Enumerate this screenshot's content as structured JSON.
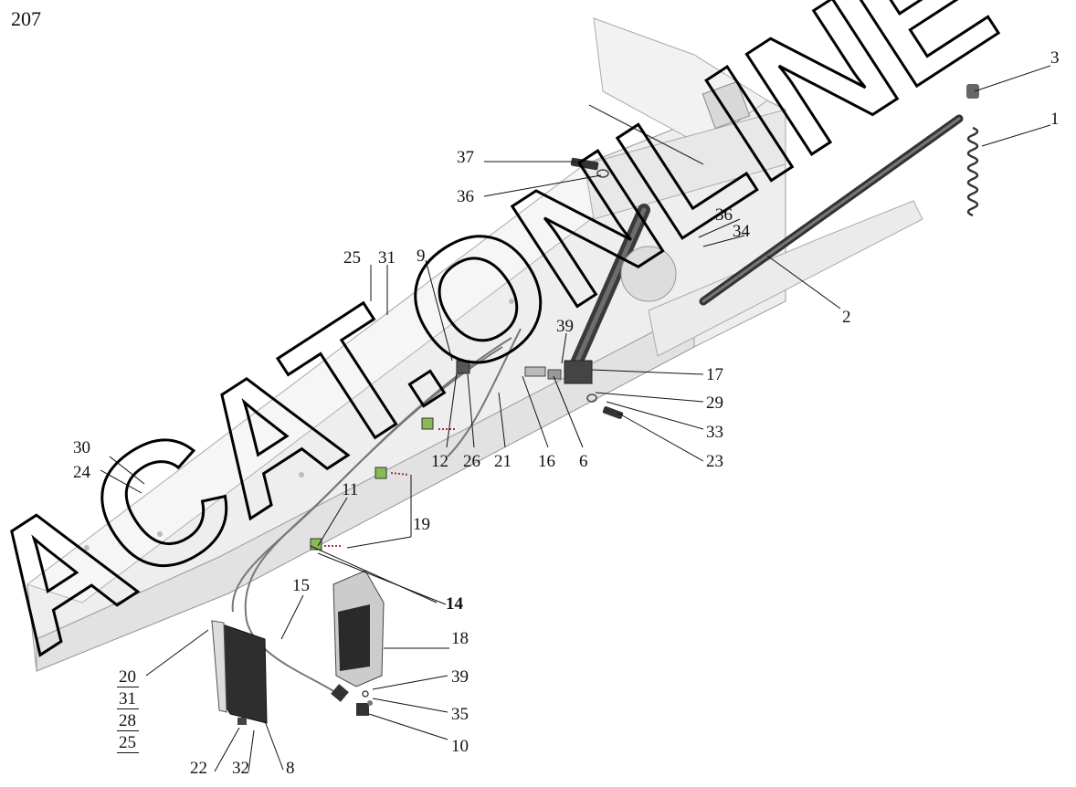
{
  "page_number": "207",
  "watermark": "ACAT.ONLINE",
  "callouts": {
    "n1": "1",
    "n2": "2",
    "n3": "3",
    "n6": "6",
    "n8": "8",
    "n9": "9",
    "n10": "10",
    "n11": "11",
    "n12": "12",
    "n14": "14",
    "n15": "15",
    "n16": "16",
    "n17": "17",
    "n18": "18",
    "n19": "19",
    "n21": "21",
    "n22": "22",
    "n23": "23",
    "n24": "24",
    "n25a": "25",
    "n26": "26",
    "n29": "29",
    "n30": "30",
    "n31a": "31",
    "n32": "32",
    "n33": "33",
    "n34": "34",
    "n35": "35",
    "n36a": "36",
    "n36b": "36",
    "n37": "37",
    "n39a": "39",
    "n39b": "39"
  },
  "stack": [
    "20",
    "31",
    "28",
    "25"
  ]
}
